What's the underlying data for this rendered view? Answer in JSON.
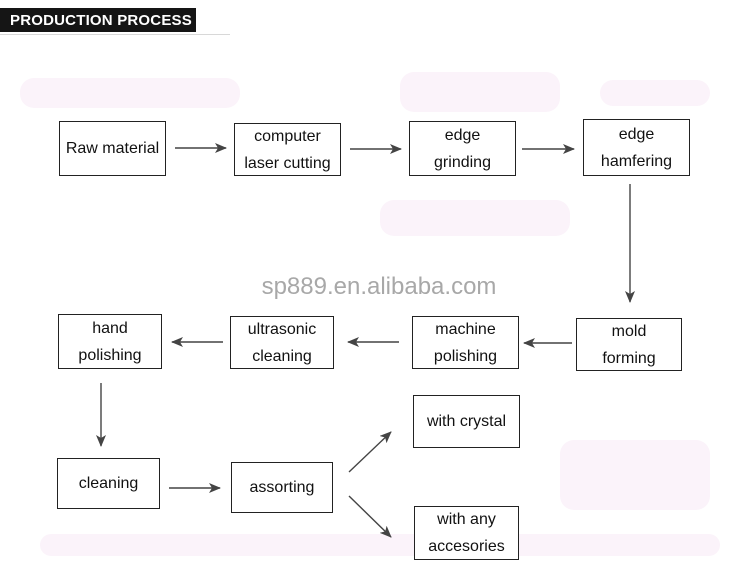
{
  "header": {
    "title": "PRODUCTION PROCESS"
  },
  "watermark": "sp889.en.alibaba.com",
  "steps": {
    "raw_material": [
      "Raw material"
    ],
    "laser_cutting": [
      "computer",
      "laser cutting"
    ],
    "edge_grinding": [
      "edge",
      "grinding"
    ],
    "edge_hamfering": [
      "edge",
      "hamfering"
    ],
    "mold_forming": [
      "mold",
      "forming"
    ],
    "machine_polishing": [
      "machine",
      "polishing"
    ],
    "ultrasonic_cleaning": [
      "ultrasonic",
      "cleaning"
    ],
    "hand_polishing": [
      "hand",
      "polishing"
    ],
    "cleaning": [
      "cleaning"
    ],
    "assorting": [
      "assorting"
    ],
    "with_crystal": [
      "with crystal"
    ],
    "with_accessories": [
      "with any",
      "accesories"
    ]
  },
  "colors": {
    "box_border": "#222222",
    "arrow": "#444444",
    "header_bg": "#151515",
    "watermark": "#a8a8a8"
  }
}
